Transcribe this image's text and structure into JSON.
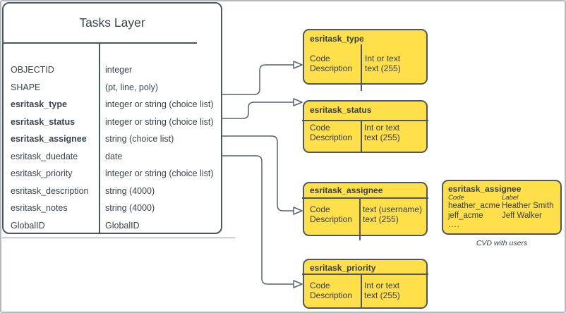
{
  "table": {
    "title": "Tasks Layer",
    "rows": [
      {
        "name": "OBJECTID",
        "type": "integer"
      },
      {
        "name": "SHAPE",
        "type": "(pt, line, poly)"
      },
      {
        "name": "esritask_type",
        "type": "integer or string (choice list)"
      },
      {
        "name": "esritask_status",
        "type": "integer or string (choice list)"
      },
      {
        "name": "esritask_assignee",
        "type": "string (choice list)"
      },
      {
        "name": "esritask_duedate",
        "type": "date"
      },
      {
        "name": "esritask_priority",
        "type": "integer or string (choice list)"
      },
      {
        "name": "esritask_description",
        "type": "string (4000)"
      },
      {
        "name": "esritask_notes",
        "type": "string (4000)"
      },
      {
        "name": "GlobalID",
        "type": "GlobalID"
      }
    ]
  },
  "domains": [
    {
      "title": "esritask_type",
      "field1": "Code",
      "field2": "Description",
      "type1": "Int or text",
      "type2": "text (255)"
    },
    {
      "title": "esritask_status",
      "field1": "Code",
      "field2": "Description",
      "type1": "Int or text",
      "type2": "text (255)"
    },
    {
      "title": "esritask_assignee",
      "field1": "Code",
      "field2": "Description",
      "type1": "text (username)",
      "type2": "text (255)"
    },
    {
      "title": "esritask_priority",
      "field1": "Code",
      "field2": "Description",
      "type1": "Int or text",
      "type2": "text (255)"
    }
  ],
  "users_box": {
    "title": "esritask_assignee",
    "col1_header": "Code",
    "col2_header": "Label",
    "users": [
      {
        "code": "heather_acme",
        "label": "Heather Smith"
      },
      {
        "code": "jeff_acme",
        "label": "Jeff Walker"
      }
    ],
    "more": "....",
    "caption": "CVD with users"
  },
  "colors": {
    "domain_fill": "#ffe04a",
    "stroke": "#4e5761",
    "connector": "#5a626e",
    "text": "#3a434e",
    "frame": "#b3b9bf"
  }
}
